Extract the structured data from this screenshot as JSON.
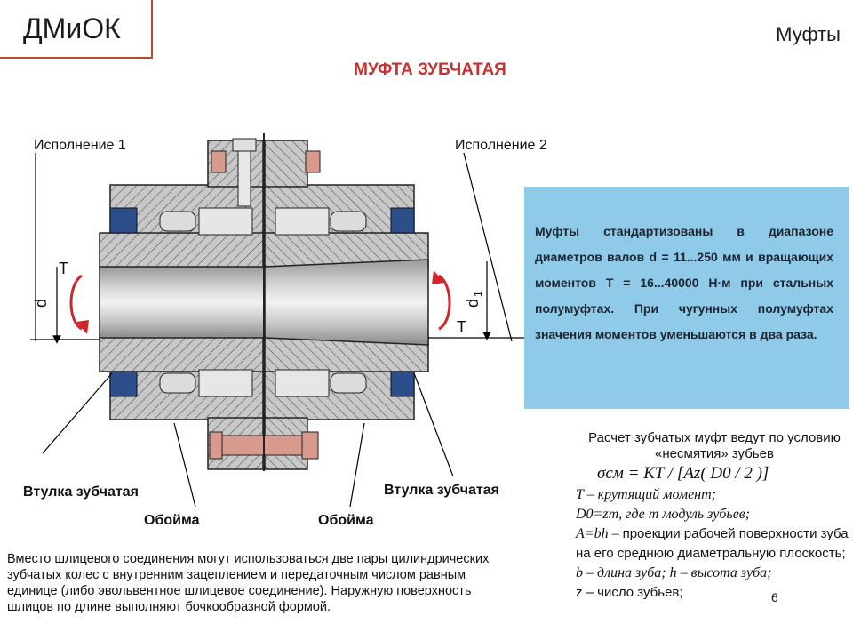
{
  "header": {
    "logo": "ДМиОК",
    "topic": "Муфты"
  },
  "diagram": {
    "title": "МУФТА ЗУБЧАТАЯ",
    "labels": {
      "variant1": "Исполнение 1",
      "variant2": "Исполнение 2",
      "sleeve_left": "Втулка зубчатая",
      "sleeve_right": "Втулка зубчатая",
      "cage_left": "Обойма",
      "cage_right": "Обойма",
      "torque_left": "T",
      "torque_right": "T",
      "dim_left": "d",
      "dim_right": "d",
      "dim_right_sub": "1"
    },
    "colors": {
      "metal_fill": "#c8c8c8",
      "hatch": "#555555",
      "bearing_blue": "#2c4f8c",
      "fastener": "#d89a8c",
      "arrow_red": "#d0262c",
      "title_red": "#c8312e",
      "panel": "#8fcae9"
    }
  },
  "panel": {
    "text": "Муфты стандартизованы в диапазоне диаметров валов d = 11...250 мм и вращающих моментов T = 16...40000 Н·м при стальных полумуфтах. При чугунных полумуфтах значения моментов уменьшаются в два раза."
  },
  "calc": {
    "intro": "Расчет зубчатых муфт ведут по условию «несмятия» зубьев",
    "formula": "σсм = KT / [Az( D0 / 2 )]",
    "line_T": "T – крутящий момент;",
    "line_D": "D0=zm, где m модуль зубьев;",
    "line_A_1": "A=bh –",
    "line_A_2": "проекции рабочей поверхности зуба на его среднюю диаметральную плоскость;",
    "line_b": "b – длина зуба; h – высота зуба;",
    "line_z": "z – число зубьев;"
  },
  "bottom_text": "Вместо шлицевого соединения могут использоваться две пары цилиндрических зубчатых колес с внутренним зацеплением и передаточным числом равным единице (либо эвольвентное шлицевое соединение). Наружную поверхность шлицов по длине выполняют бочкообразной формой.",
  "page_number": "6"
}
